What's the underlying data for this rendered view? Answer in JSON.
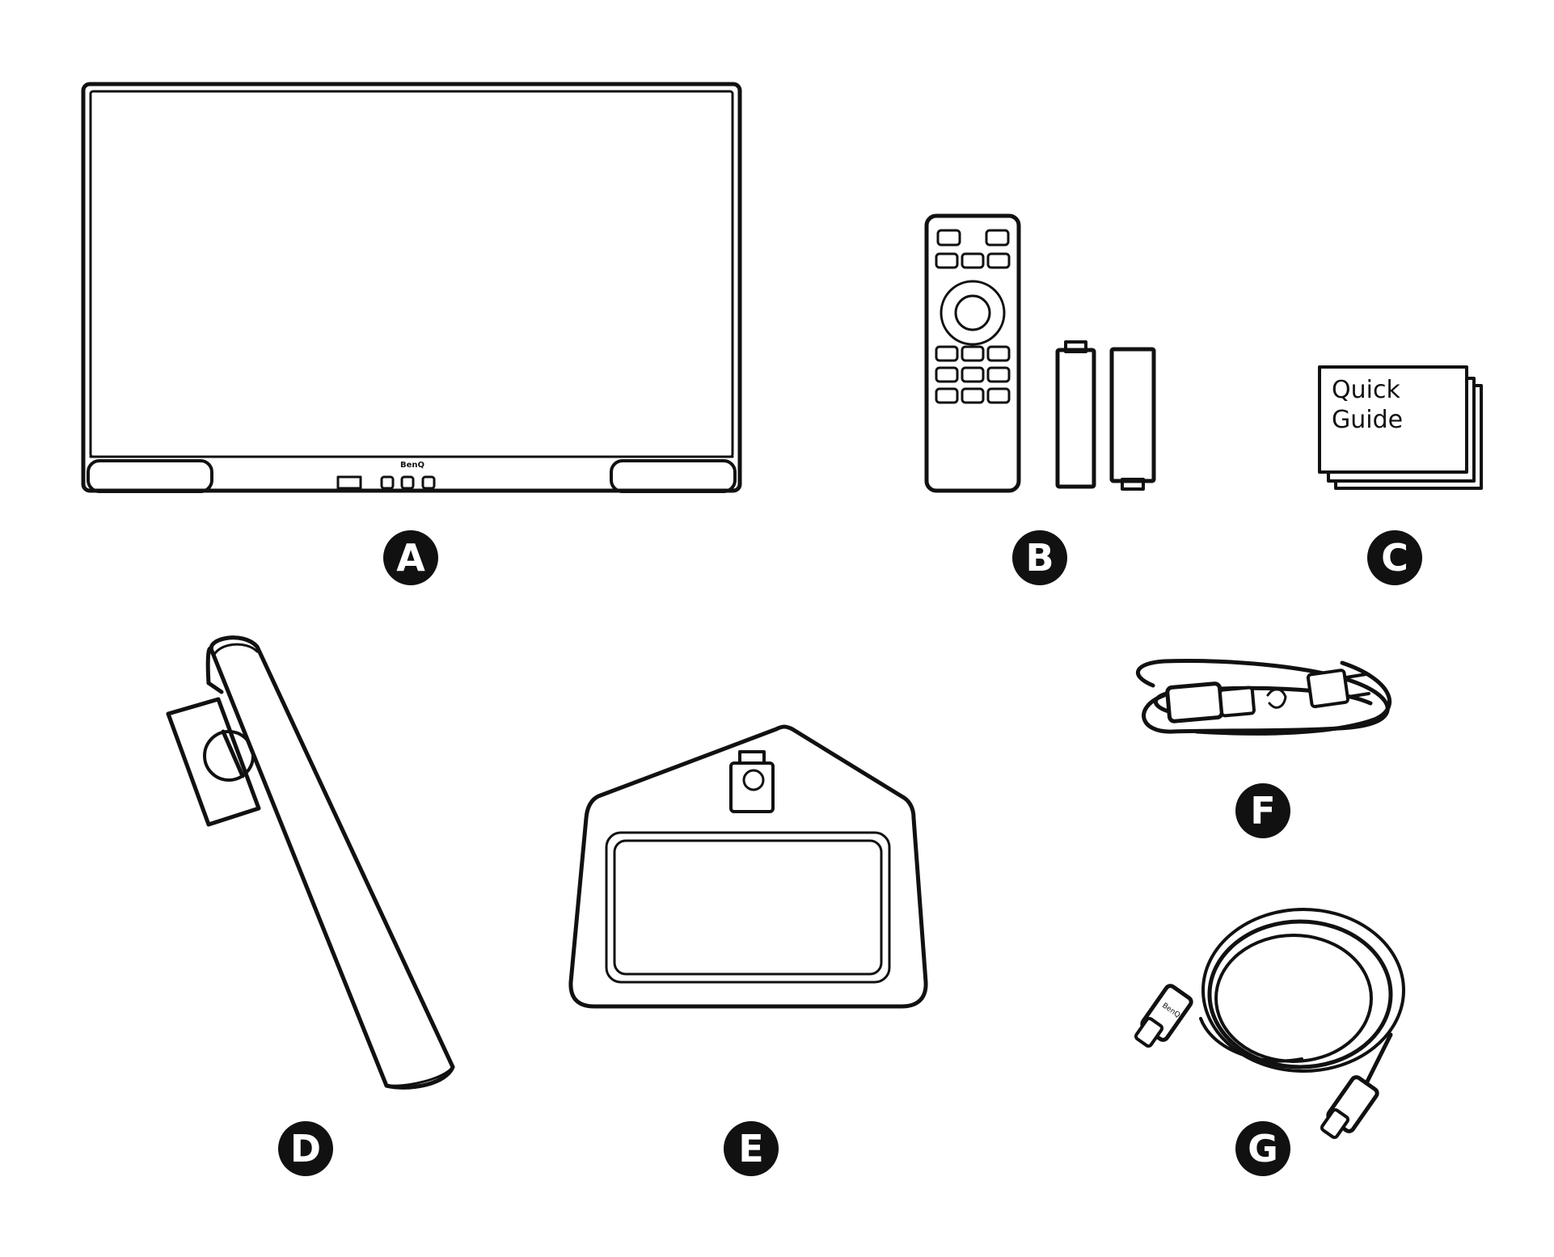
{
  "items": {
    "a": {
      "label": "A",
      "brand": "BenQ"
    },
    "b": {
      "label": "B"
    },
    "c": {
      "label": "C",
      "booklet_line1": "Quick",
      "booklet_line2": "Guide"
    },
    "d": {
      "label": "D"
    },
    "e": {
      "label": "E"
    },
    "f": {
      "label": "F"
    },
    "g": {
      "label": "G",
      "plug_brand": "BenQ"
    }
  },
  "colors": {
    "line": "#111111",
    "background": "#ffffff"
  }
}
